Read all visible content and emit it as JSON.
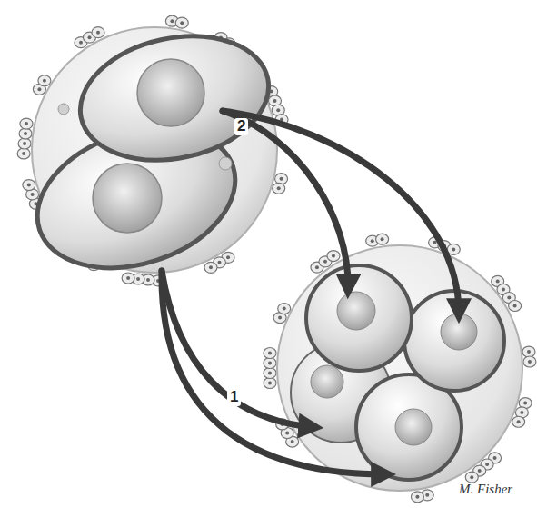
{
  "diagram": {
    "labels": [
      "1",
      "2",
      "M. Fisher"
    ]
  }
}
